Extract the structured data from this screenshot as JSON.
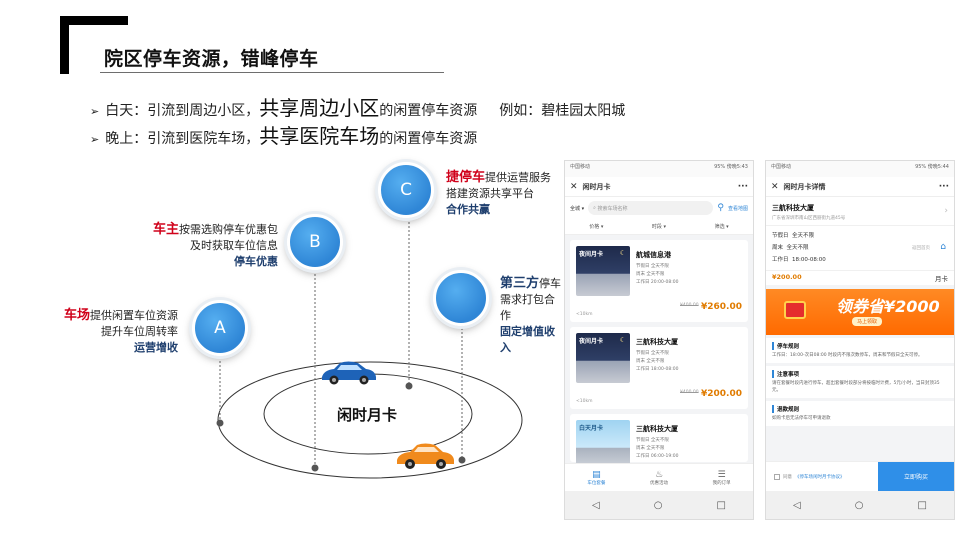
{
  "header": {
    "title": "院区停车资源，错峰停车"
  },
  "bullets": [
    {
      "arrow": "➢",
      "prefix": "白天：引流到周边小区，",
      "big": "共享周边小区",
      "suffix": "的闲置停车资源",
      "example": "例如：碧桂园太阳城"
    },
    {
      "arrow": "➢",
      "prefix": "晚上：引流到医院车场，",
      "big": "共享医院车场",
      "suffix": "的闲置停车资源",
      "example": ""
    }
  ],
  "diagram": {
    "center_label": "闲时月卡",
    "nodes": {
      "a": {
        "letter": "A",
        "highlight": "车场",
        "line1": "提供闲置车位资源",
        "line2": "提升车位周转率",
        "strong": "运营增收"
      },
      "b": {
        "letter": "B",
        "highlight": "车主",
        "line1": "按需选购停车优惠包",
        "line2": "及时获取车位信息",
        "strong": "停车优惠"
      },
      "c": {
        "letter": "C",
        "highlight": "捷停车",
        "line1": "提供运营服务",
        "line2": "搭建资源共享平台",
        "strong": "合作共赢"
      },
      "d": {
        "letter": "",
        "highlight": "第三方",
        "line1a": "停车",
        "line2": "需求打包合",
        "line3": "作",
        "strong1": "固定增值收",
        "strong2": "入"
      }
    },
    "colors": {
      "node": "#2f86d6",
      "highlight": "#d0021b",
      "car_blue": "#1e63b8",
      "car_orange": "#f08a1c"
    }
  },
  "phone_list": {
    "status_left": "中国移动",
    "status_right": "95% 傍晚5:43",
    "title": "闲时月卡",
    "more": "···",
    "city": "全城 ▾",
    "search_placeholder": "搜索车场名称",
    "location_label": "查看地图",
    "filters": [
      "价格 ▾",
      "时段 ▾",
      "筛选 ▾"
    ],
    "cards": [
      {
        "tag": "夜间月卡",
        "name": "航城信息港",
        "l1": "节假日  全天不限",
        "l2": "周末  全天不限",
        "l3": "工作日  20:00-08:00",
        "dist": "<10km",
        "old": "¥400.00",
        "price": "¥260.00",
        "day": false
      },
      {
        "tag": "夜间月卡",
        "name": "三航科技大厦",
        "l1": "节假日  全天不限",
        "l2": "周末  全天不限",
        "l3": "工作日  18:00-08:00",
        "dist": "<10km",
        "old": "¥400.00",
        "price": "¥200.00",
        "day": false
      },
      {
        "tag": "白天月卡",
        "name": "三航科技大厦",
        "l1": "节假日  全天不限",
        "l2": "周末  全天不限",
        "l3": "工作日  06:00-19:00",
        "dist": "",
        "old": "",
        "price": "",
        "day": true
      }
    ],
    "tabs": [
      {
        "icon": "▤",
        "label": "车位套餐",
        "icon_name": "package-icon"
      },
      {
        "icon": "♨",
        "label": "优惠活动",
        "icon_name": "discount-icon"
      },
      {
        "icon": "☰",
        "label": "我的订单",
        "icon_name": "order-icon"
      }
    ],
    "nav": [
      "◁",
      "○",
      "□"
    ]
  },
  "phone_detail": {
    "status_left": "中国移动",
    "status_right": "95% 傍晚5:44",
    "title": "闲时月卡详情",
    "more": "···",
    "name": "三航科技大厦",
    "address": "广东省深圳市南山区西丽街九道45号",
    "times": [
      {
        "k": "节假日",
        "v": "全天不限"
      },
      {
        "k": "周末",
        "v": "全天不限"
      },
      {
        "k": "工作日",
        "v": "18:00-08:00"
      }
    ],
    "sub_label": "返回首页",
    "price": "¥200.00",
    "price_unit": "月卡",
    "promo_main": "领券省¥2000",
    "promo_sub": "马上领取",
    "sections": [
      {
        "title": "停车规则",
        "body": "工作日：18:00-次日08:00 时段内不限次数停车，周末和节假日全天可停。"
      },
      {
        "title": "注意事项",
        "body": "请在套餐时段内进行停车，超出套餐时段部分将按临时计费，5元/小时，当日封顶35元。"
      },
      {
        "title": "退款规则",
        "body": "如购卡后无法停车可申请退款"
      }
    ],
    "agree_text": "同意",
    "agree_link": "《停车场闲时月卡协议》",
    "buy_label": "立即购买",
    "nav": [
      "◁",
      "○",
      "□"
    ]
  }
}
